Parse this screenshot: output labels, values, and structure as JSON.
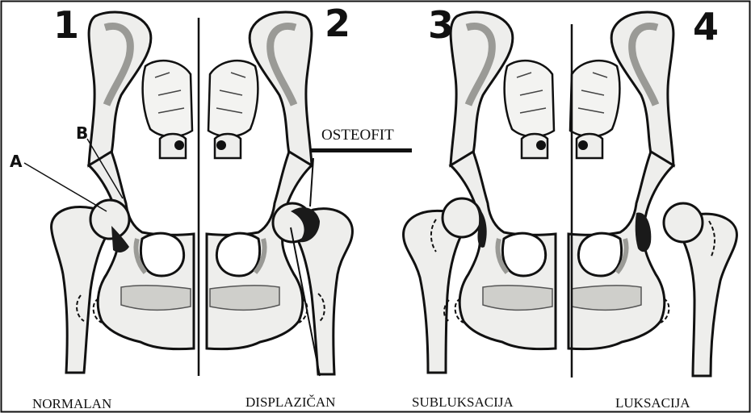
{
  "panels": [
    {
      "number": "1",
      "caption": "NORMALAN"
    },
    {
      "number": "2",
      "caption": "DISPLAZIČAN"
    },
    {
      "number": "3",
      "caption": "SUBLUKSACIJA"
    },
    {
      "number": "4",
      "caption": "LUKSACIJA"
    }
  ],
  "labels": {
    "a": "A",
    "b": "B",
    "osteofit": "OSTEOFIT"
  },
  "colors": {
    "ink": "#111111",
    "bone": "#eeeeec",
    "shade": "#9a9a96",
    "joint": "#1a1a1a",
    "background": "#ffffff"
  }
}
